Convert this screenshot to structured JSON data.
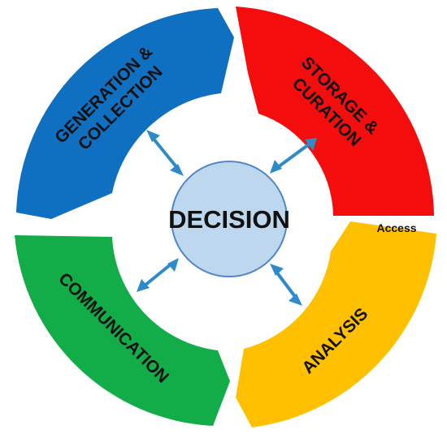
{
  "center": {
    "label": "DECISION",
    "fill": "#bcd7ee",
    "stroke": "#4f87c4"
  },
  "access_label": "Access",
  "arrow_color": "#2e8bc9",
  "segments": [
    {
      "id": "generation",
      "lines": [
        "GENERATION &",
        "COLLECTION"
      ],
      "color": "#0f6fc0"
    },
    {
      "id": "storage",
      "lines": [
        "STORAGE &",
        "CURATION"
      ],
      "color": "#f50d0d"
    },
    {
      "id": "analysis",
      "lines": [
        "ANALYSIS"
      ],
      "color": "#ffc000"
    },
    {
      "id": "communication",
      "lines": [
        "COMMUNICATION"
      ],
      "color": "#12ad48"
    }
  ]
}
